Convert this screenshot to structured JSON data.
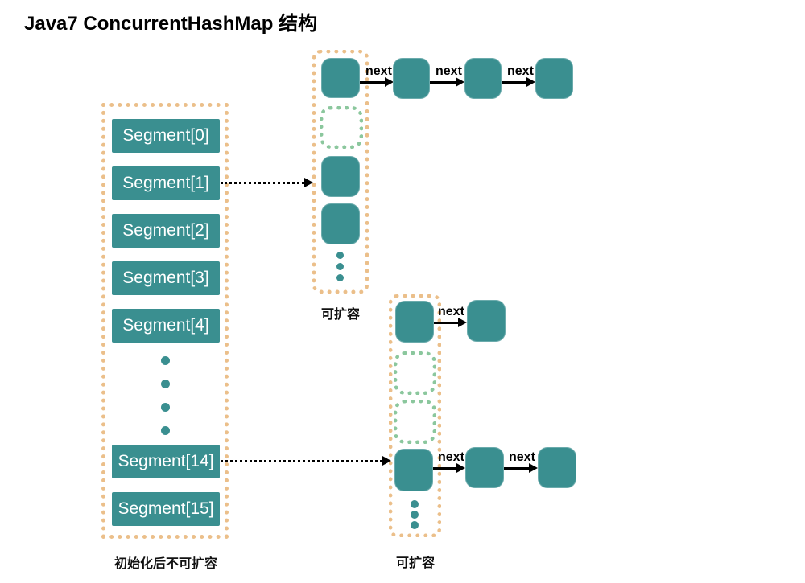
{
  "title": "Java7 ConcurrentHashMap 结构",
  "colors": {
    "teal": "#3A8F90",
    "orange_dash": "#EBBF8A",
    "green_dash": "#8BC79D",
    "arrow": "#000000"
  },
  "segment_table": {
    "items": [
      "Segment[0]",
      "Segment[1]",
      "Segment[2]",
      "Segment[3]",
      "Segment[4]",
      "Segment[14]",
      "Segment[15]"
    ],
    "caption": "初始化后不可扩容"
  },
  "hash_array_top": {
    "caption": "可扩容"
  },
  "hash_array_bottom": {
    "caption": "可扩容"
  },
  "labels": {
    "next": "next"
  }
}
